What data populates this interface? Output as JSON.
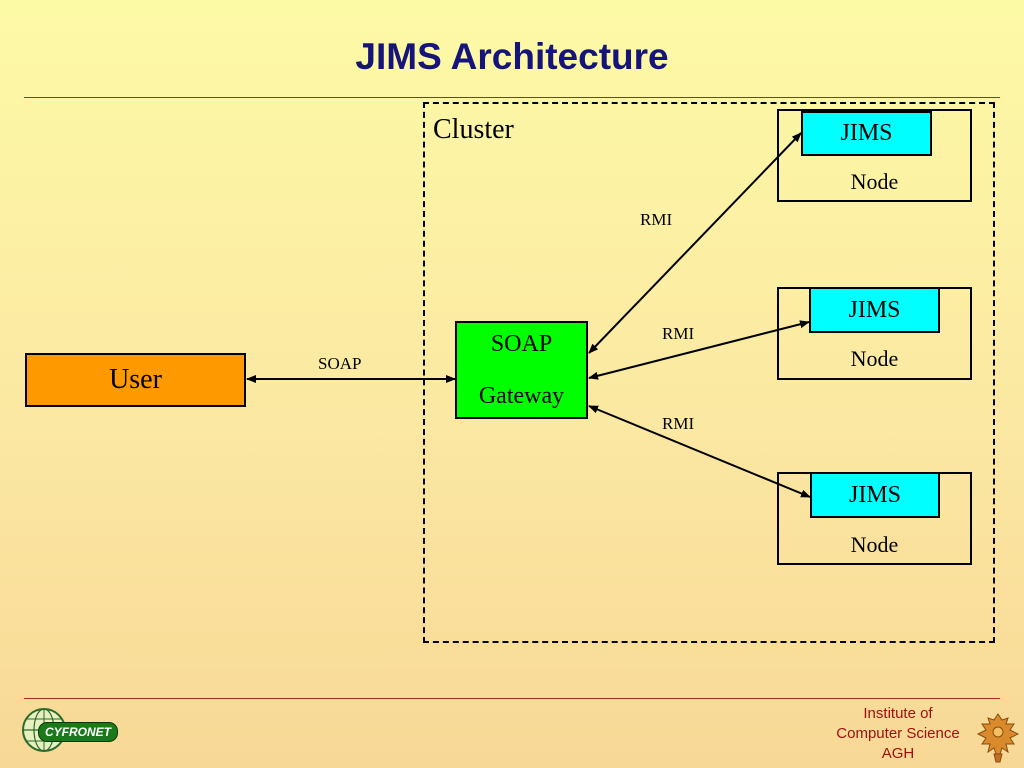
{
  "slide": {
    "title": "JIMS Architecture"
  },
  "cluster": {
    "label": "Cluster"
  },
  "user": {
    "label": "User"
  },
  "gateway": {
    "line1": "SOAP",
    "line2": "Gateway"
  },
  "nodes": [
    {
      "jims_label": "JIMS",
      "node_label": "Node"
    },
    {
      "jims_label": "JIMS",
      "node_label": "Node"
    },
    {
      "jims_label": "JIMS",
      "node_label": "Node"
    }
  ],
  "edges": {
    "soap": "SOAP",
    "rmi_1": "RMI",
    "rmi_2": "RMI",
    "rmi_3": "RMI"
  },
  "footer": {
    "institute_line1": "Institute of",
    "institute_line2": "Computer Science",
    "institute_line3": "AGH",
    "logo_text": "CYFRONET"
  },
  "colors": {
    "title": "#14147a",
    "user_box": "#ff9900",
    "gateway_box": "#00ff00",
    "jims_box": "#00ffff",
    "footer_text": "#a01010"
  }
}
